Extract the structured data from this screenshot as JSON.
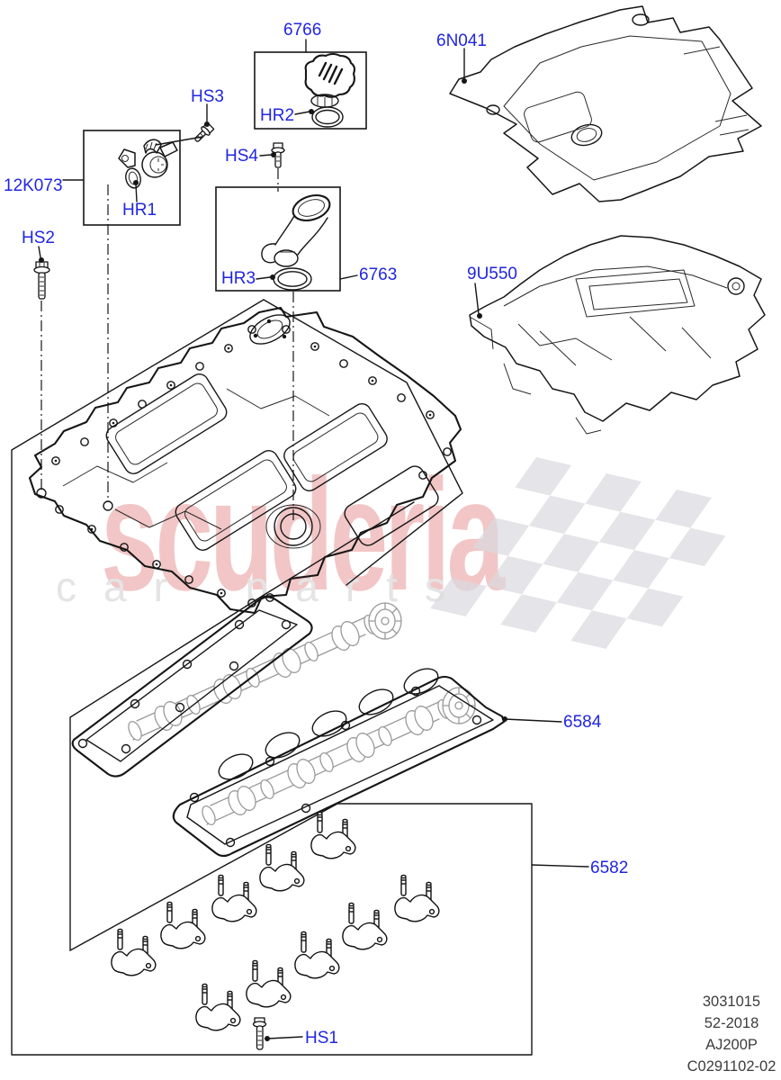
{
  "diagram": {
    "labels": {
      "l6766": "6766",
      "l6n041": "6N041",
      "hs3": "HS3",
      "hr2": "HR2",
      "hs4": "HS4",
      "l12k073": "12K073",
      "hr1": "HR1",
      "hs2": "HS2",
      "hr3": "HR3",
      "l6763": "6763",
      "l9u550": "9U550",
      "l6584": "6584",
      "l6582": "6582",
      "hs1": "HS1"
    },
    "footer": [
      "3031015",
      "52-2018",
      "AJ200P",
      "C0291102-02"
    ],
    "watermark": {
      "brand": "scuderia",
      "tagline": "car parts"
    },
    "colors": {
      "label_blue": "#2126e0",
      "line": "#161616",
      "watermark_pink": "#f0bdbd",
      "watermark_gray": "#e4e4e4",
      "flag_gray": "#d9d9e1",
      "cam_gray": "#9a9a9a"
    }
  }
}
